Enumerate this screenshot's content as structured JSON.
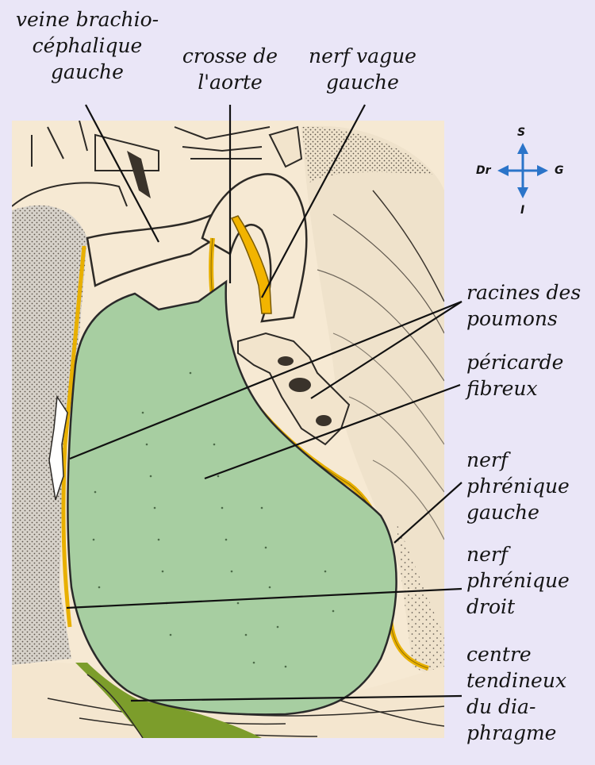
{
  "labels": {
    "veine_brachio": [
      "veine brachio-",
      "céphalique",
      "gauche"
    ],
    "crosse_aorte": [
      "crosse de",
      "l'aorte"
    ],
    "nerf_vague": [
      "nerf vague",
      "gauche"
    ],
    "racines": [
      "racines des",
      "poumons"
    ],
    "pericarde": [
      "péricarde",
      "fibreux"
    ],
    "phrenique_gauche": [
      "nerf",
      "phrénique",
      "gauche"
    ],
    "phrenique_droit": [
      "nerf",
      "phrénique",
      "droit"
    ],
    "centre_tendineux": [
      "centre",
      "tendineux",
      "du dia-",
      "phragme"
    ]
  },
  "compass": {
    "superior": "S",
    "inferior": "I",
    "right": "Dr",
    "left": "G"
  },
  "colors": {
    "background": "#eae6f7",
    "pericardium": "#a7cea1",
    "nerve": "#e8b000",
    "central_tendon": "#7c9d2b",
    "compass": "#2b74c9"
  }
}
